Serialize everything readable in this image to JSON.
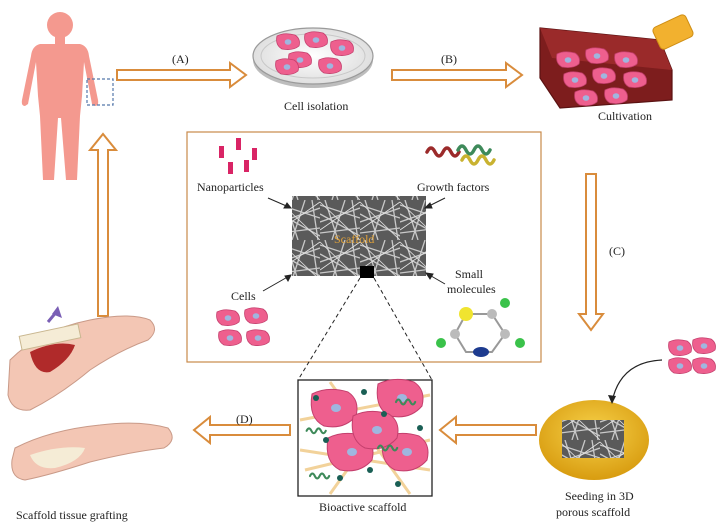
{
  "labels": {
    "step_a": "(A)",
    "step_b": "(B)",
    "step_c": "(C)",
    "step_d": "(D)",
    "cell_isolation": "Cell isolation",
    "cultivation": "Cultivation",
    "nanoparticles": "Nanoparticles",
    "growth_factors": "Growth factors",
    "scaffold": "Scaffold",
    "cells": "Cells",
    "small_molecules_1": "Small",
    "small_molecules_2": "molecules",
    "bioactive_scaffold": "Bioactive scaffold",
    "seeding_1": "Seeding in 3D",
    "seeding_2": "porous scaffold",
    "grafting": "Scaffold tissue grafting"
  },
  "colors": {
    "arrow_fill": "#ffffff",
    "arrow_stroke": "#d98c3c",
    "cell": "#ee5f8e",
    "nucleus": "#9fb6df",
    "body": "#f4998f",
    "flask": "#7d1d1d",
    "cap": "#f2b12f",
    "panel_border": "#c98a4a",
    "scaffold_gray": "#8a8a8a",
    "gold": "#e9b41c"
  }
}
